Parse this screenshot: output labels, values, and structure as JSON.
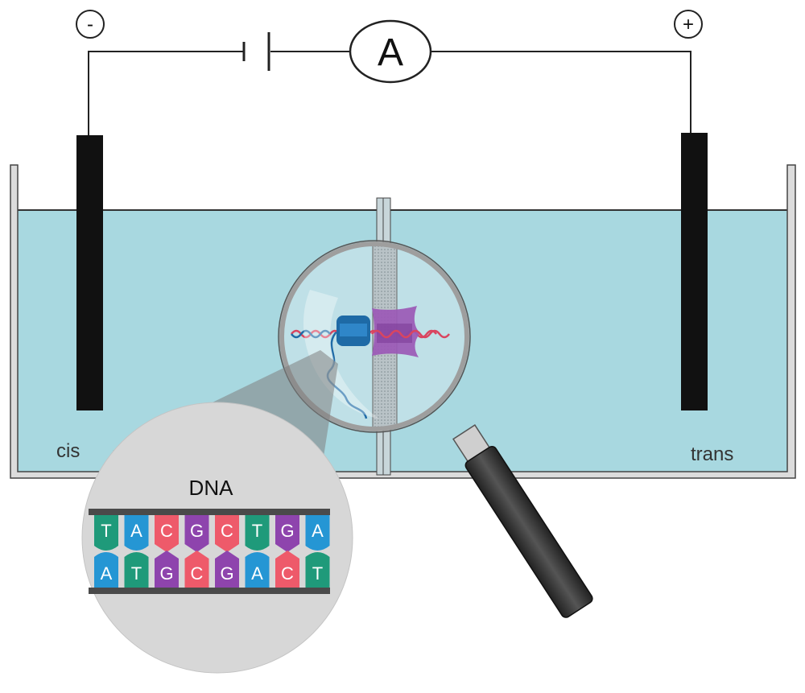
{
  "circuit": {
    "negative_symbol": "-",
    "positive_symbol": "+",
    "ammeter_label": "A"
  },
  "chamber": {
    "cis_label": "cis",
    "trans_label": "trans"
  },
  "inset": {
    "title": "DNA",
    "top_strand": [
      "T",
      "A",
      "C",
      "G",
      "C",
      "T",
      "G",
      "A"
    ],
    "bottom_strand": [
      "A",
      "T",
      "G",
      "C",
      "G",
      "A",
      "C",
      "T"
    ]
  },
  "colors": {
    "T": "#1f9a7a",
    "A": "#2596d4",
    "C": "#ee5a6a",
    "G": "#8e44ad",
    "buffer": "#a8d8e0",
    "pore_blue": "#1e6aa6",
    "pore_purple": "#9b59b6",
    "dna_strand": "#d94560"
  },
  "icons": {
    "magnifier": "magnifying-glass-icon",
    "battery": "battery-icon",
    "ammeter": "ammeter-icon"
  }
}
